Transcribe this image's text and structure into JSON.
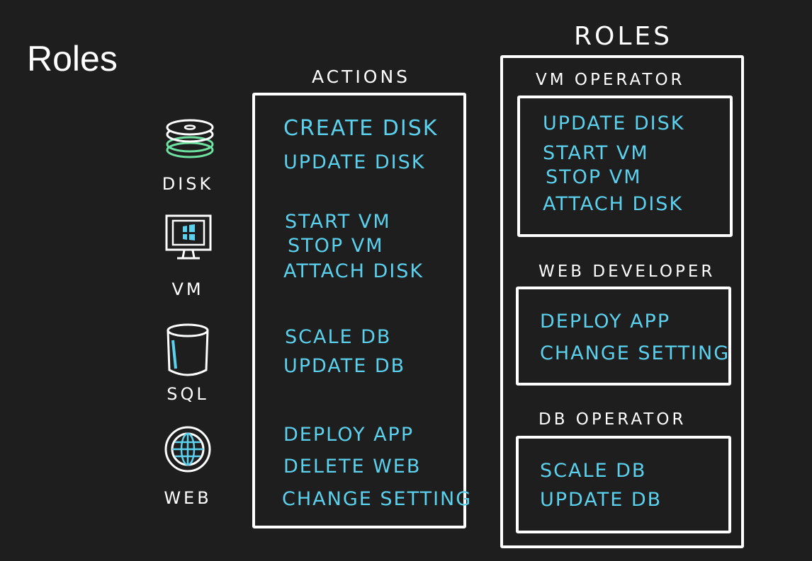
{
  "title": "Roles",
  "resources": [
    {
      "label": "DISK",
      "icon": "disk-icon"
    },
    {
      "label": "VM",
      "icon": "vm-monitor-icon"
    },
    {
      "label": "SQL",
      "icon": "sql-database-icon"
    },
    {
      "label": "WEB",
      "icon": "web-globe-icon"
    }
  ],
  "actions": {
    "heading": "ACTIONS",
    "items": [
      "CREATE DISK",
      "UPDATE DISK",
      "START VM",
      "STOP VM",
      "ATTACH DISK",
      "SCALE DB",
      "UPDATE DB",
      "DEPLOY APP",
      "DELETE WEB",
      "CHANGE SETTING"
    ]
  },
  "roles": {
    "heading": "ROLES",
    "groups": [
      {
        "name": "VM OPERATOR",
        "items": [
          "UPDATE DISK",
          "START VM",
          "STOP VM",
          "ATTACH DISK"
        ]
      },
      {
        "name": "WEB DEVELOPER",
        "items": [
          "DEPLOY APP",
          "CHANGE SETTING"
        ]
      },
      {
        "name": "DB OPERATOR",
        "items": [
          "SCALE DB",
          "UPDATE DB"
        ]
      }
    ]
  },
  "colors": {
    "background": "#1e1e1e",
    "chalk": "#ffffff",
    "accent": "#5bd1ee",
    "disk_highlight": "#6ee0a0"
  }
}
